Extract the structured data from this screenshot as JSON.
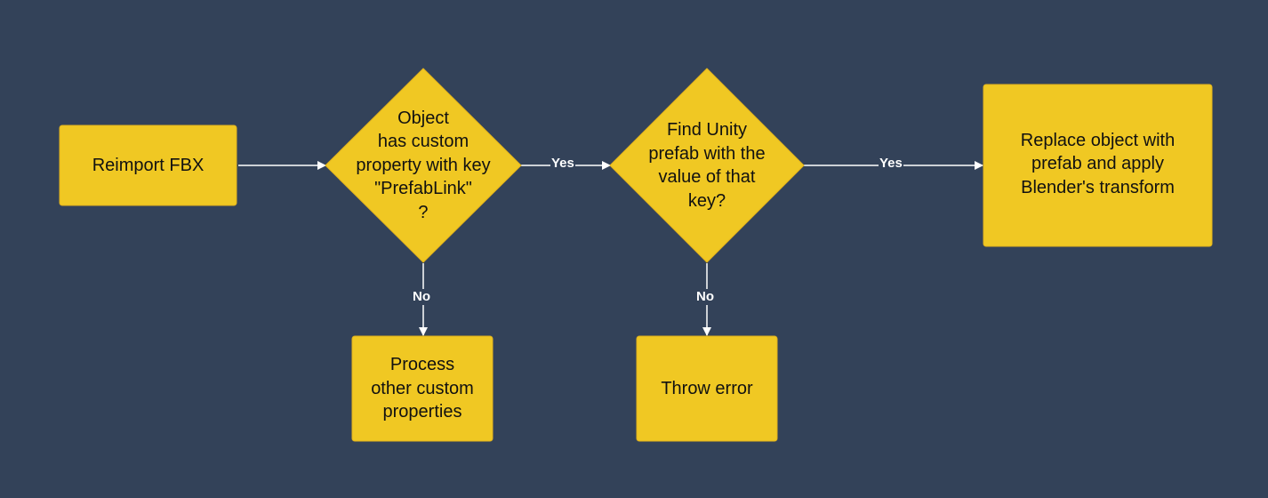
{
  "colors": {
    "background": "#334259",
    "node_fill": "#f0c823",
    "node_stroke": "#e2b21c",
    "edge": "#ffffff",
    "text": "#111111"
  },
  "nodes": {
    "reimport": {
      "label": "Reimport FBX"
    },
    "has_prefablink": {
      "label": "Object\nhas custom\nproperty with key\n\"PrefabLink\"\n?"
    },
    "find_prefab": {
      "label": "Find Unity\nprefab with the\nvalue of that\nkey?"
    },
    "replace_object": {
      "label": "Replace object with\nprefab and apply\nBlender's transform"
    },
    "process_other": {
      "label": "Process\nother custom\nproperties"
    },
    "throw_error": {
      "label": "Throw error"
    }
  },
  "edges": {
    "reimport_to_check": {
      "label": ""
    },
    "check_yes": {
      "label": "Yes"
    },
    "check_no": {
      "label": "No"
    },
    "find_yes": {
      "label": "Yes"
    },
    "find_no": {
      "label": "No"
    }
  }
}
